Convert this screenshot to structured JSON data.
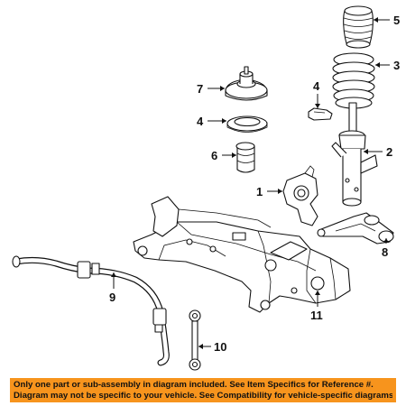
{
  "callouts": [
    {
      "id": "5",
      "label": "5"
    },
    {
      "id": "3",
      "label": "3"
    },
    {
      "id": "7",
      "label": "7"
    },
    {
      "id": "4a",
      "label": "4"
    },
    {
      "id": "4b",
      "label": "4"
    },
    {
      "id": "6",
      "label": "6"
    },
    {
      "id": "2",
      "label": "2"
    },
    {
      "id": "1",
      "label": "1"
    },
    {
      "id": "8",
      "label": "8"
    },
    {
      "id": "9",
      "label": "9"
    },
    {
      "id": "11",
      "label": "11"
    },
    {
      "id": "10",
      "label": "10"
    }
  ],
  "notice": {
    "line1": "Only one part or sub-assembly in diagram included. See Item Specifics for Reference #.",
    "line2": "Diagram may not be specific to your vehicle. See Compatibility for vehicle-specific diagrams."
  },
  "colors": {
    "banner": "#f7941d",
    "line": "#111111"
  }
}
